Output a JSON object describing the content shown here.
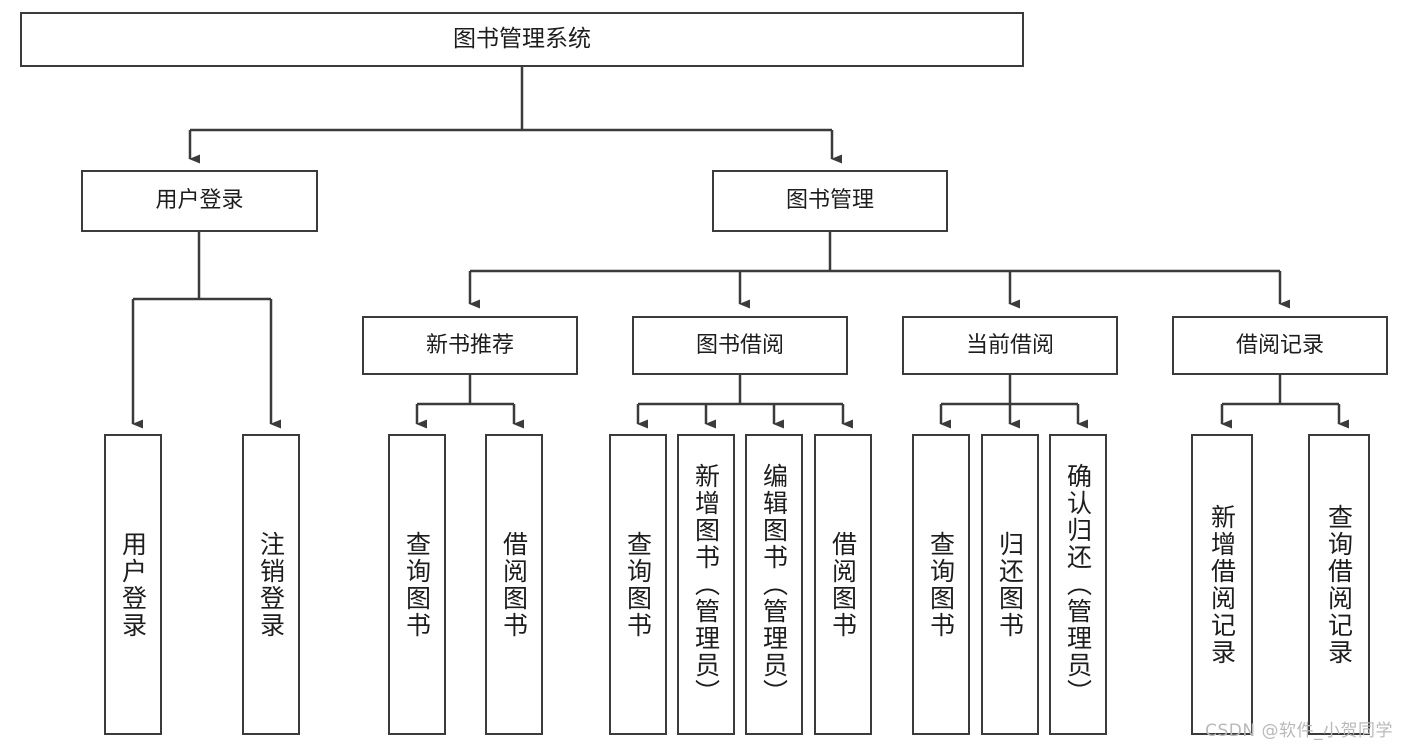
{
  "diagram": {
    "title": "图书管理系统",
    "root": {
      "label": "图书管理系统"
    },
    "level1": [
      {
        "label": "用户登录"
      },
      {
        "label": "图书管理"
      }
    ],
    "level2": [
      {
        "label": "新书推荐"
      },
      {
        "label": "图书借阅"
      },
      {
        "label": "当前借阅"
      },
      {
        "label": "借阅记录"
      }
    ],
    "leaves": {
      "user_login": [
        {
          "label": "用户登录"
        },
        {
          "label": "注销登录"
        }
      ],
      "new_book_recommend": [
        {
          "label": "查询图书"
        },
        {
          "label": "借阅图书"
        }
      ],
      "book_borrow": [
        {
          "label": "查询图书"
        },
        {
          "label": "新增图书（管理员）"
        },
        {
          "label": "编辑图书（管理员）"
        },
        {
          "label": "借阅图书"
        }
      ],
      "current_borrow": [
        {
          "label": "查询图书"
        },
        {
          "label": "归还图书"
        },
        {
          "label": "确认归还（管理员）"
        }
      ],
      "borrow_record": [
        {
          "label": "新增借阅记录"
        },
        {
          "label": "查询借阅记录"
        }
      ]
    }
  },
  "watermark": {
    "text": "CSDN @软件_小贺同学"
  },
  "colors": {
    "stroke": "#3b3b3b",
    "text": "#1d1d1d",
    "background": "#ffffff",
    "watermark": "#b9b9b9"
  }
}
